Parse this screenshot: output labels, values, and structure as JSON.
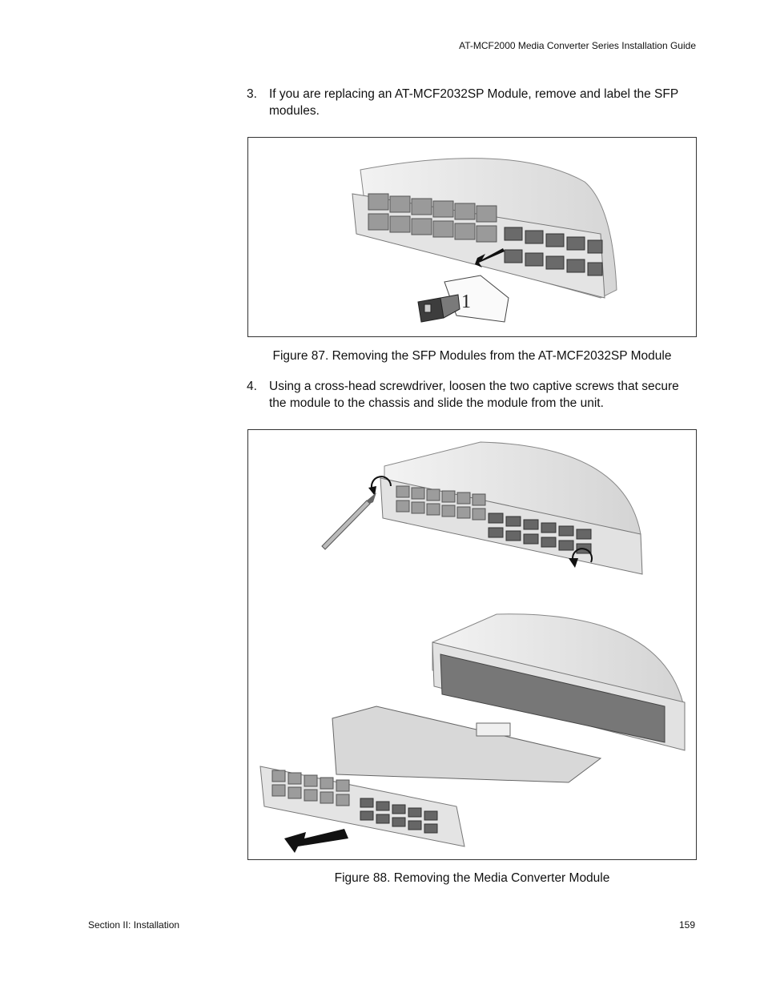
{
  "header": {
    "title": "AT-MCF2000 Media Converter Series Installation Guide"
  },
  "steps": [
    {
      "num": "3.",
      "text": "If you are replacing an AT-MCF2032SP Module, remove and label the SFP modules."
    },
    {
      "num": "4.",
      "text": "Using a cross-head screwdriver, loosen the two captive screws that secure the module to the chassis and slide the module from the unit."
    }
  ],
  "figures": [
    {
      "caption": "Figure 87. Removing the SFP Modules from the AT-MCF2032SP Module",
      "label_tag": "1"
    },
    {
      "caption": "Figure 88. Removing the Media Converter Module"
    }
  ],
  "footer": {
    "section": "Section II: Installation",
    "page": "159"
  }
}
